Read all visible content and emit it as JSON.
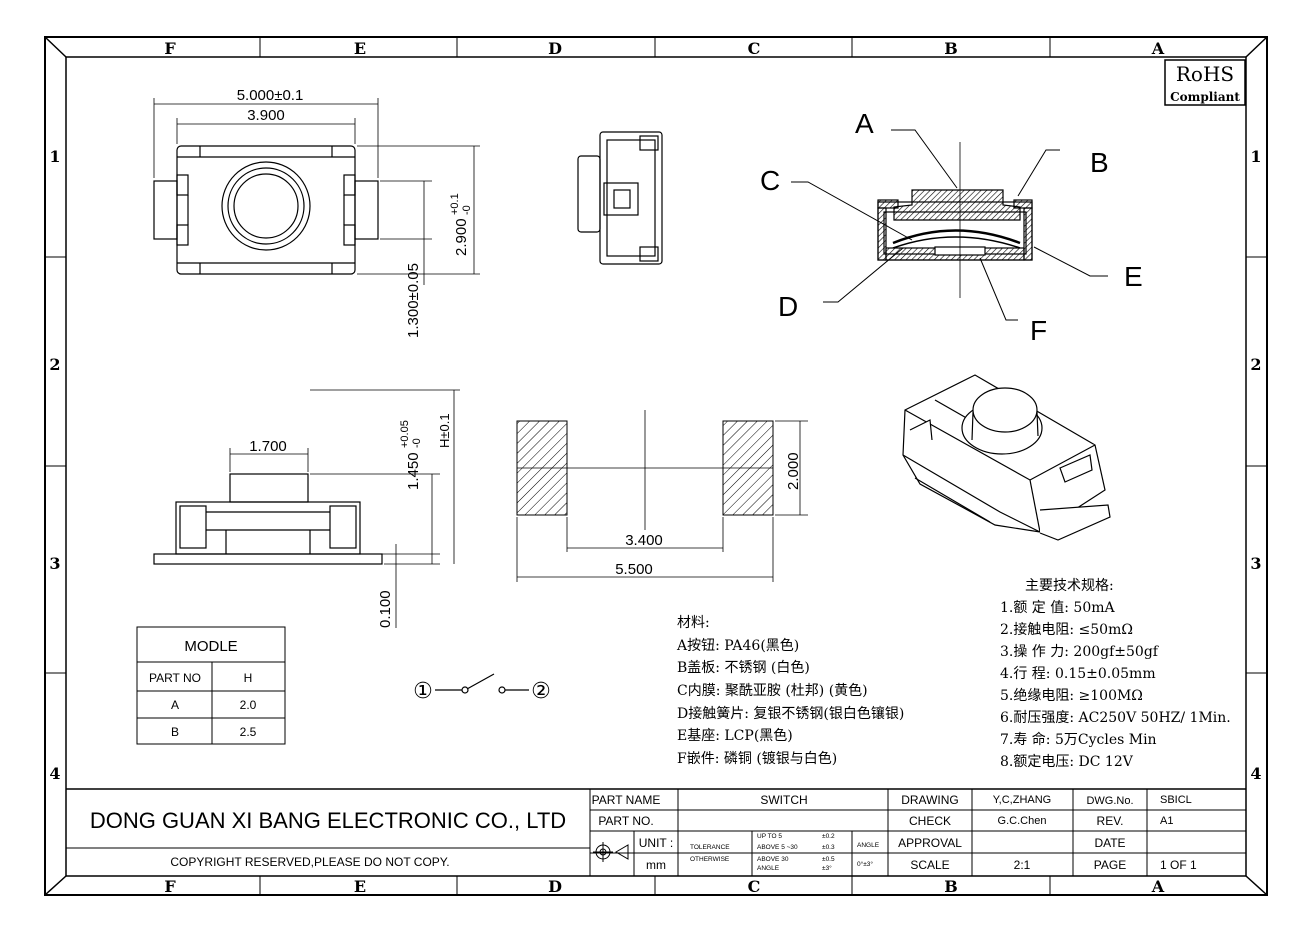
{
  "frame": {
    "columns": [
      "F",
      "E",
      "D",
      "C",
      "B",
      "A"
    ],
    "rows": [
      "1",
      "2",
      "3",
      "4"
    ]
  },
  "rohs": {
    "line1": "RoHS",
    "line2": "Compliant"
  },
  "dims": {
    "width": "5.000±0.1",
    "inner_width": "3.900",
    "height": "2.900",
    "height_tol_plus": "+0.1",
    "height_tol_minus": "-0",
    "pin": "1.300±0.05",
    "knob": "1.700",
    "total_h": "1.450",
    "total_h_tol_plus": "+0.05",
    "total_h_tol_minus": "-0",
    "h_label": "H±0.1",
    "base": "0.100",
    "pad_h": "2.000",
    "pad_gap": "3.400",
    "pad_total": "5.500"
  },
  "section_labels": [
    "A",
    "B",
    "C",
    "D",
    "E",
    "F"
  ],
  "model_table": {
    "title": "MODLE",
    "headers": [
      "PART NO",
      "H"
    ],
    "rows": [
      [
        "A",
        "2.0"
      ],
      [
        "B",
        "2.5"
      ]
    ]
  },
  "circuit": {
    "left": "①",
    "right": "②"
  },
  "materials": {
    "title": "材料:",
    "items": [
      "A按钮: PA46(黑色)",
      "B盖板: 不锈钢 (白色)",
      "C内膜: 聚酰亚胺 (杜邦) (黄色)",
      "D接触簧片: 复银不锈钢(银白色镶银)",
      "E基座: LCP(黑色)",
      "F嵌件: 磷铜 (镀银与白色)"
    ]
  },
  "specs": {
    "title": "主要技术规格:",
    "items": [
      "1.额 定 值: 50mA",
      "2.接触电阻: ≤50mΩ",
      "3.操 作 力: 200gf±50gf",
      "4.行    程: 0.15±0.05mm",
      "5.绝缘电阻: ≥100MΩ",
      "6.耐压强度: AC250V 50HZ/ 1Min.",
      "7.寿    命: 5万Cycles Min",
      "8.额定电压: DC 12V"
    ]
  },
  "title_block": {
    "company": "DONG GUAN XI BANG ELECTRONIC CO., LTD",
    "copyright": "COPYRIGHT RESERVED,PLEASE DO NOT COPY.",
    "part_name_label": "PART NAME",
    "part_name": "SWITCH",
    "part_no_label": "PART NO.",
    "part_no": "",
    "unit_label": "UNIT :",
    "unit": "mm",
    "tolerance_label": "TOLERANCE",
    "otherwise_label": "OTHERWISE",
    "tol_rows": [
      [
        "UP TO 5",
        "±0.2"
      ],
      [
        "ABOVE 5 ~30",
        "±0.3"
      ],
      [
        "ABOVE 30",
        "±0.5"
      ],
      [
        "ANGLE",
        "±3°"
      ]
    ],
    "angle_label": "ANGLE",
    "angle_value": "0°±3°",
    "drawing_label": "DRAWING",
    "drawing_by": "Y,C,ZHANG",
    "check_label": "CHECK",
    "check_by": "G.C.Chen",
    "approval_label": "APPROVAL",
    "approval_by": "",
    "scale_label": "SCALE",
    "scale": "2:1",
    "dwg_no_label": "DWG.No.",
    "dwg_no": "SBICL",
    "rev_label": "REV.",
    "rev": "A1",
    "date_label": "DATE",
    "date": "",
    "page_label": "PAGE",
    "page": "1 OF 1"
  }
}
